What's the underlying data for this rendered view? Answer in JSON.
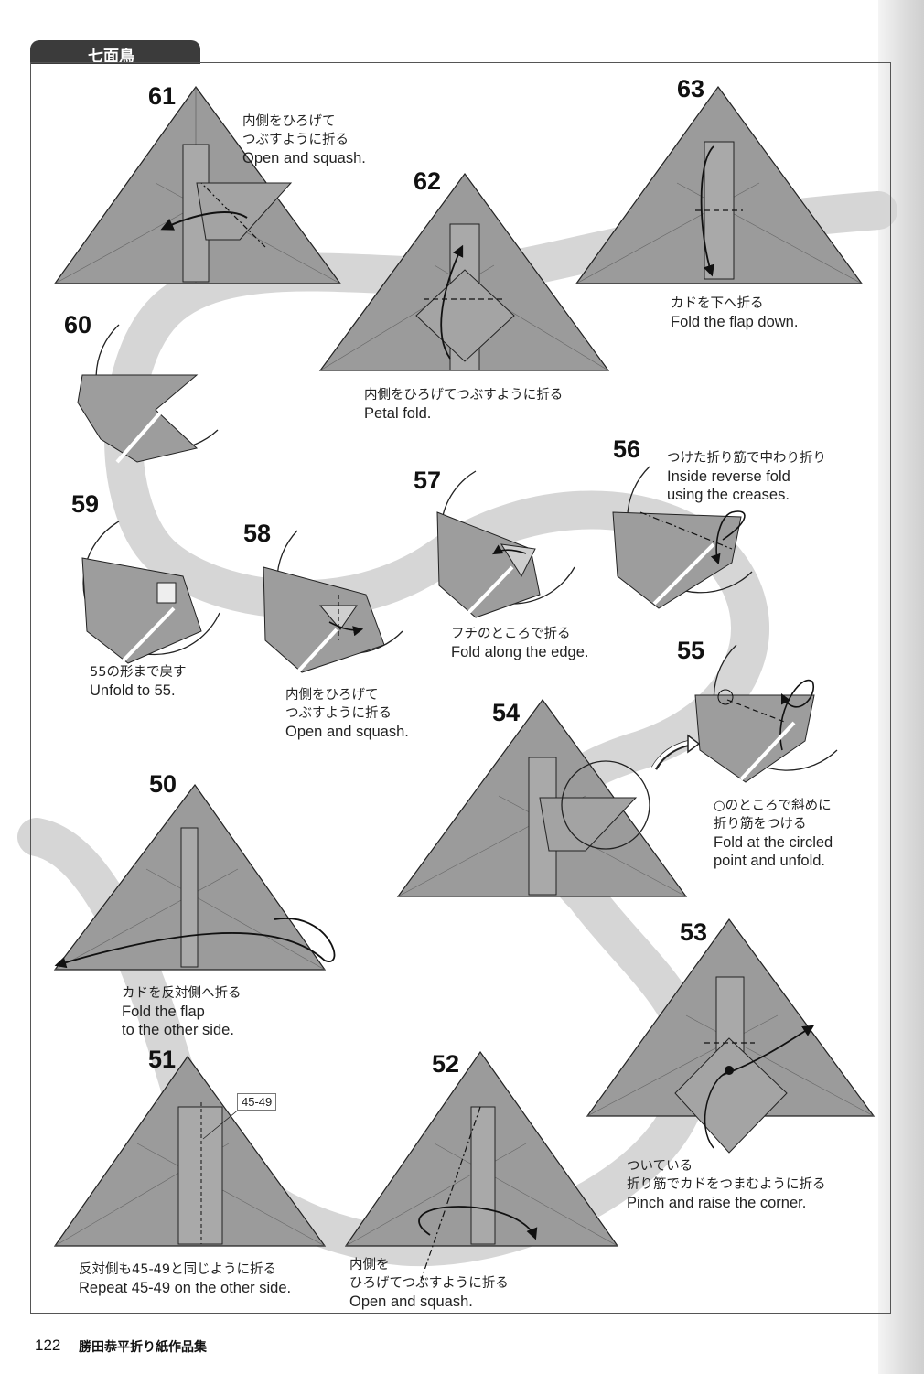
{
  "header": {
    "section_title": "七面鳥"
  },
  "steps": [
    {
      "no": "61",
      "jp": "内側をひろげて\nつぶすように折る",
      "en": "Open and squash."
    },
    {
      "no": "62",
      "jp": "内側をひろげてつぶすように折る",
      "en": "Petal fold."
    },
    {
      "no": "63",
      "jp": "カドを下へ折る",
      "en": "Fold the flap down."
    },
    {
      "no": "60",
      "jp": "",
      "en": ""
    },
    {
      "no": "59",
      "jp": "55の形まで戻す",
      "en": "Unfold to 55."
    },
    {
      "no": "58",
      "jp": "内側をひろげて\nつぶすように折る",
      "en": "Open and squash."
    },
    {
      "no": "57",
      "jp": "フチのところで折る",
      "en": "Fold along the edge."
    },
    {
      "no": "56",
      "jp": "つけた折り筋で中わり折り",
      "en": "Inside reverse fold\nusing the creases."
    },
    {
      "no": "55",
      "jp": "○のところで斜めに\n折り筋をつける",
      "en": "Fold at the circled\npoint and unfold."
    },
    {
      "no": "54",
      "jp": "",
      "en": ""
    },
    {
      "no": "50",
      "jp": "カドを反対側へ折る",
      "en": "Fold the flap\nto the other side."
    },
    {
      "no": "53",
      "jp": "ついている\n折り筋でカドをつまむように折る",
      "en": "Pinch and raise the corner."
    },
    {
      "no": "51",
      "jp": "反対側も45-49と同じように折る",
      "en": "Repeat 45-49 on the other side."
    },
    {
      "no": "52",
      "jp": "内側を\nひろげてつぶすように折る",
      "en": "Open and squash."
    }
  ],
  "reference_label": "45-49",
  "footer": {
    "page_number": "122",
    "book_title": "勝田恭平折り紙作品集"
  },
  "colors": {
    "paper": "#9a9a9a",
    "paper_dark": "#7d7d7d",
    "path": "#d2d2d2",
    "ink": "#1a1a1a"
  }
}
